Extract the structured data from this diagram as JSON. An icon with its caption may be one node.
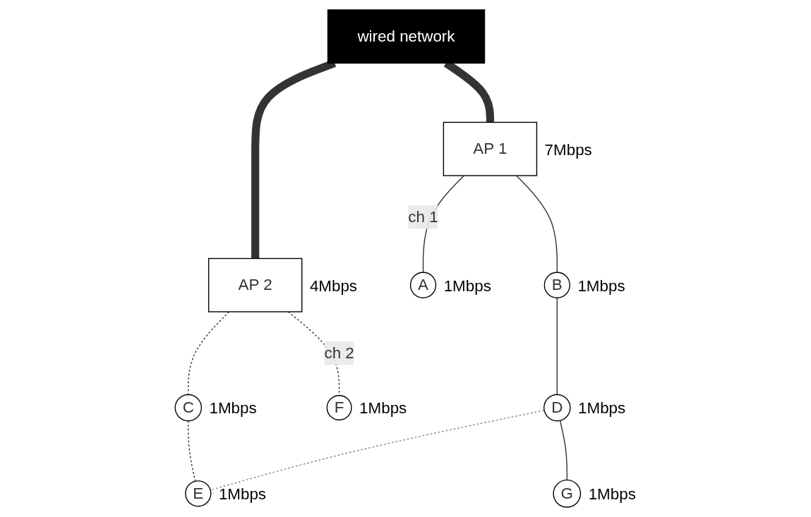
{
  "diagram": {
    "nodes": [
      {
        "text": [
          "wired network"
        ]
      },
      {
        "text": [
          "AP 1"
        ],
        "beside": [
          "7Mbps"
        ]
      },
      {
        "text": [
          "AP 2"
        ],
        "beside": [
          "4Mbps"
        ]
      },
      {
        "text": [
          "A"
        ],
        "beside": [
          "1Mbps"
        ]
      },
      {
        "text": [
          "B"
        ],
        "beside": [
          "1Mbps"
        ]
      },
      {
        "text": [
          "C"
        ],
        "beside": [
          "1Mbps"
        ]
      },
      {
        "text": [
          "F"
        ],
        "beside": [
          "1Mbps"
        ]
      },
      {
        "text": [
          "E"
        ],
        "beside": [
          "1Mbps"
        ]
      },
      {
        "text": [
          "D"
        ],
        "beside": [
          "1Mbps"
        ]
      },
      {
        "text": [
          "G"
        ],
        "beside": [
          "1Mbps"
        ]
      }
    ],
    "edges": [
      {
        "from": 0,
        "to": 1,
        "arrow": "none",
        "style": "thick"
      },
      {
        "from": 0,
        "to": 2,
        "arrow": "none",
        "style": "thick"
      },
      {
        "from": 1,
        "to": 3,
        "arrow": "none",
        "label": "ch 1"
      },
      {
        "from": 1,
        "to": 4,
        "arrow": "none"
      },
      {
        "from": 2,
        "to": 5,
        "arrow": "none",
        "style": "dashed"
      },
      {
        "from": 2,
        "to": 6,
        "arrow": "none",
        "style": "dashed",
        "label": "ch 2"
      },
      {
        "from": 4,
        "to": 8,
        "arrow": "none"
      },
      {
        "from": 5,
        "to": 7,
        "arrow": "none",
        "style": "dashed"
      },
      {
        "from": 8,
        "to": 7,
        "arrow": "none",
        "style": "dashed",
        "color": "#888888"
      },
      {
        "from": 8,
        "to": 9,
        "arrow": "none"
      }
    ]
  }
}
